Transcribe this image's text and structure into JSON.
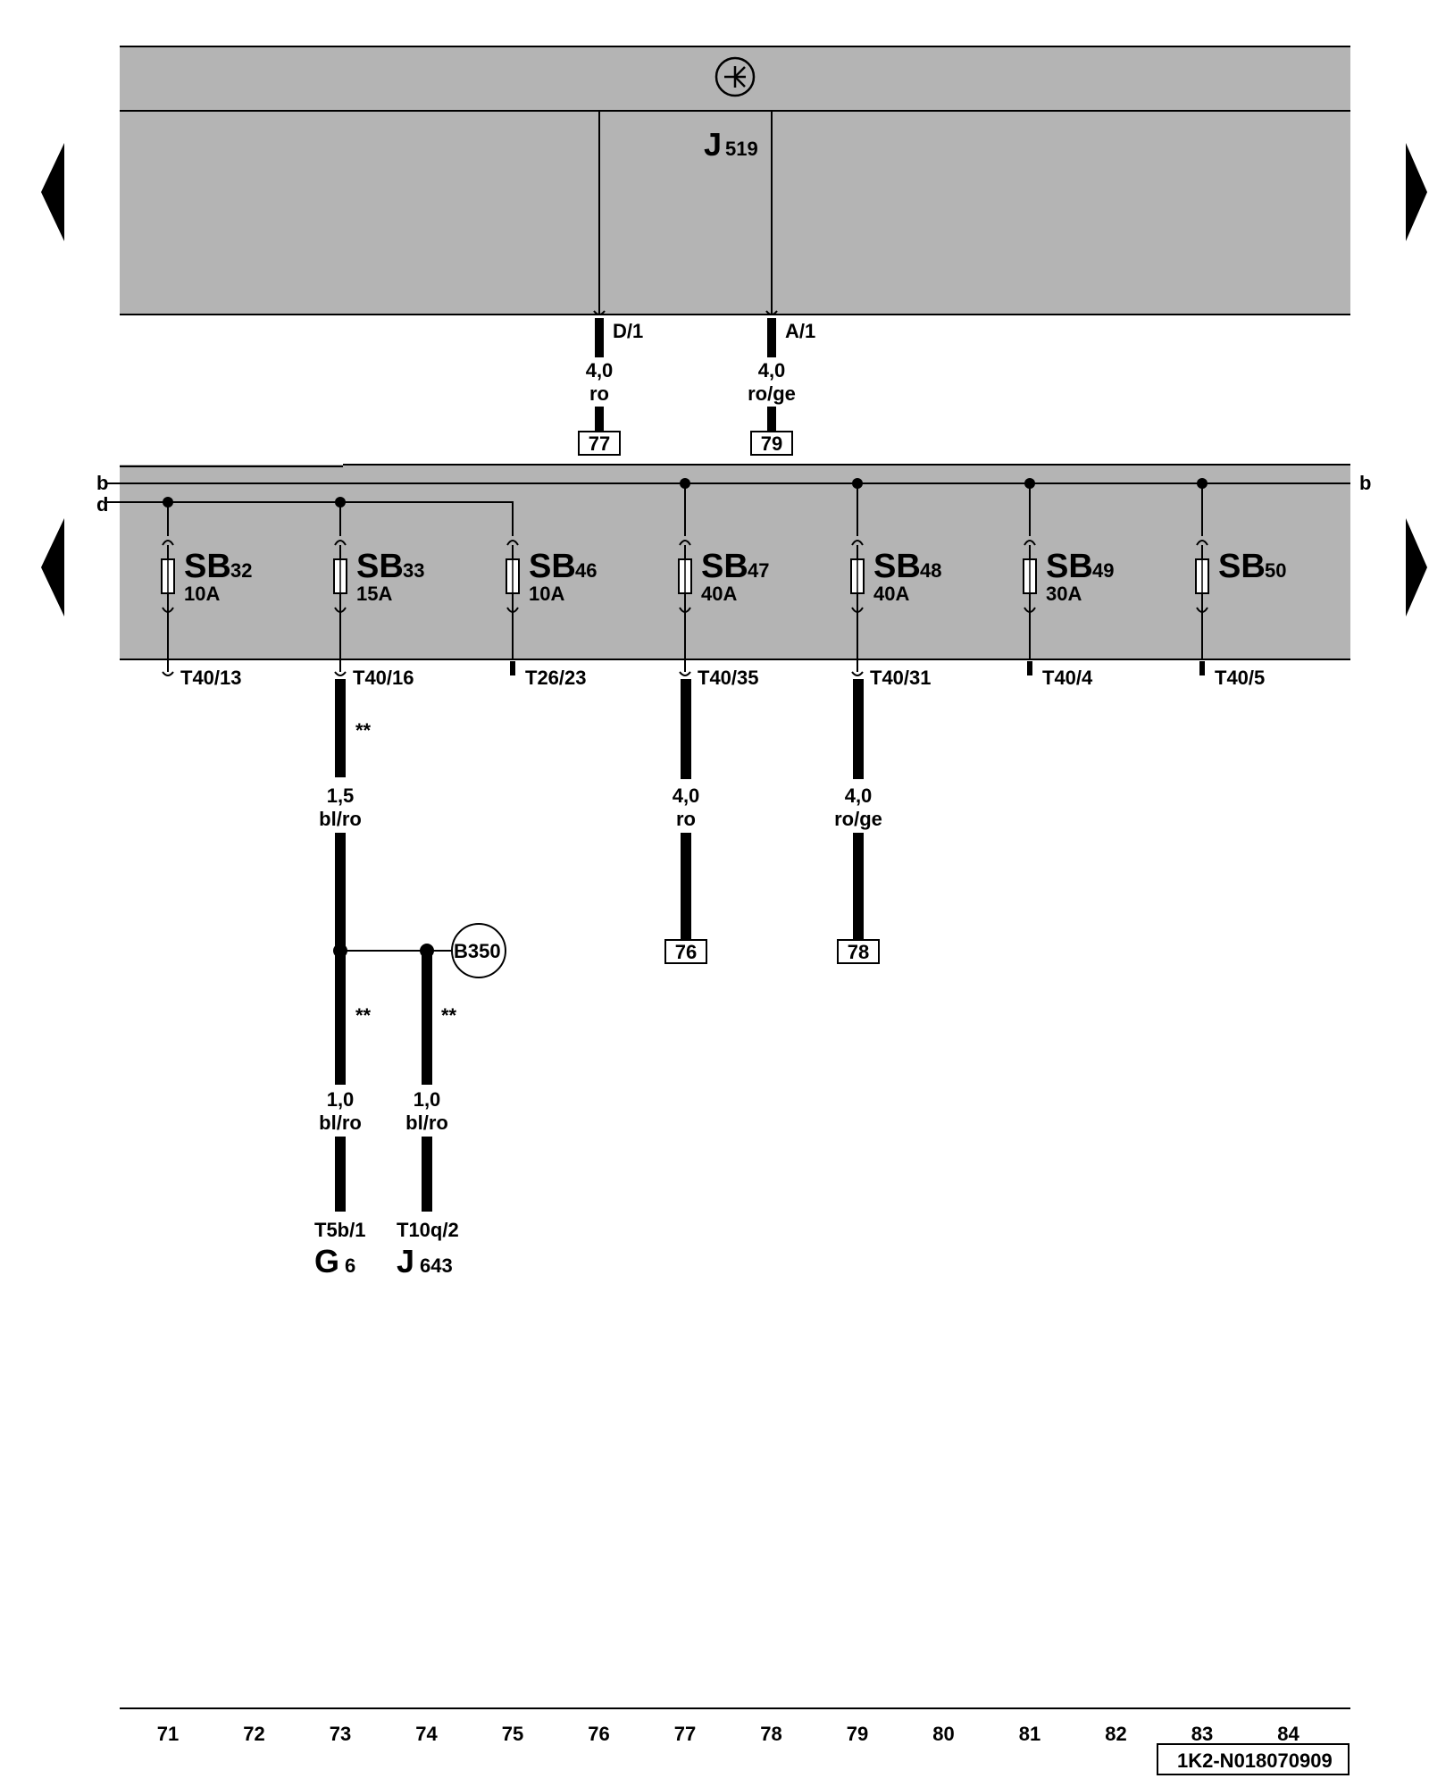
{
  "control_unit": {
    "name_letter": "J",
    "name_number": "519",
    "connections": [
      {
        "pin": "D/1",
        "size": "4,0",
        "color": "ro",
        "ref": "77",
        "column": "76"
      },
      {
        "pin": "A/1",
        "size": "4,0",
        "color": "ro/ge",
        "ref": "79",
        "column": "78"
      }
    ]
  },
  "rails": {
    "b": "b",
    "d": "d",
    "b_right": "b"
  },
  "fuses": [
    {
      "name": "SB",
      "number": "32",
      "rating": "10A",
      "terminal": "T40/13",
      "column": "71"
    },
    {
      "name": "SB",
      "number": "33",
      "rating": "15A",
      "terminal": "T40/16",
      "column": "73"
    },
    {
      "name": "SB",
      "number": "46",
      "rating": "10A",
      "terminal": "T26/23",
      "column": "75"
    },
    {
      "name": "SB",
      "number": "47",
      "rating": "40A",
      "terminal": "T40/35",
      "column": "77"
    },
    {
      "name": "SB",
      "number": "48",
      "rating": "40A",
      "terminal": "T40/31",
      "column": "79"
    },
    {
      "name": "SB",
      "number": "49",
      "rating": "30A",
      "terminal": "T40/4",
      "column": "81"
    },
    {
      "name": "SB",
      "number": "50",
      "rating": "",
      "terminal": "T40/5",
      "column": "83"
    }
  ],
  "wires": {
    "sb33": {
      "mark": "**",
      "size": "1,5",
      "color": "bl/ro"
    },
    "sb47": {
      "size": "4,0",
      "color": "ro",
      "ref": "76"
    },
    "sb48": {
      "size": "4,0",
      "color": "ro/ge",
      "ref": "78"
    },
    "branch_a": {
      "mark": "**",
      "size": "1,0",
      "color": "bl/ro",
      "terminal": "T5b/1",
      "comp_letter": "G",
      "comp_number": "6"
    },
    "branch_b": {
      "mark": "**",
      "size": "1,0",
      "color": "bl/ro",
      "terminal": "T10q/2",
      "comp_letter": "J",
      "comp_number": "643"
    },
    "splice": "B350"
  },
  "axis": [
    "71",
    "72",
    "73",
    "74",
    "75",
    "76",
    "77",
    "78",
    "79",
    "80",
    "81",
    "82",
    "83",
    "84"
  ],
  "doc_id": "1K2-N018070909",
  "colors": {
    "panel_fill": "#b4b4b4",
    "line": "#000000",
    "background": "#ffffff"
  }
}
